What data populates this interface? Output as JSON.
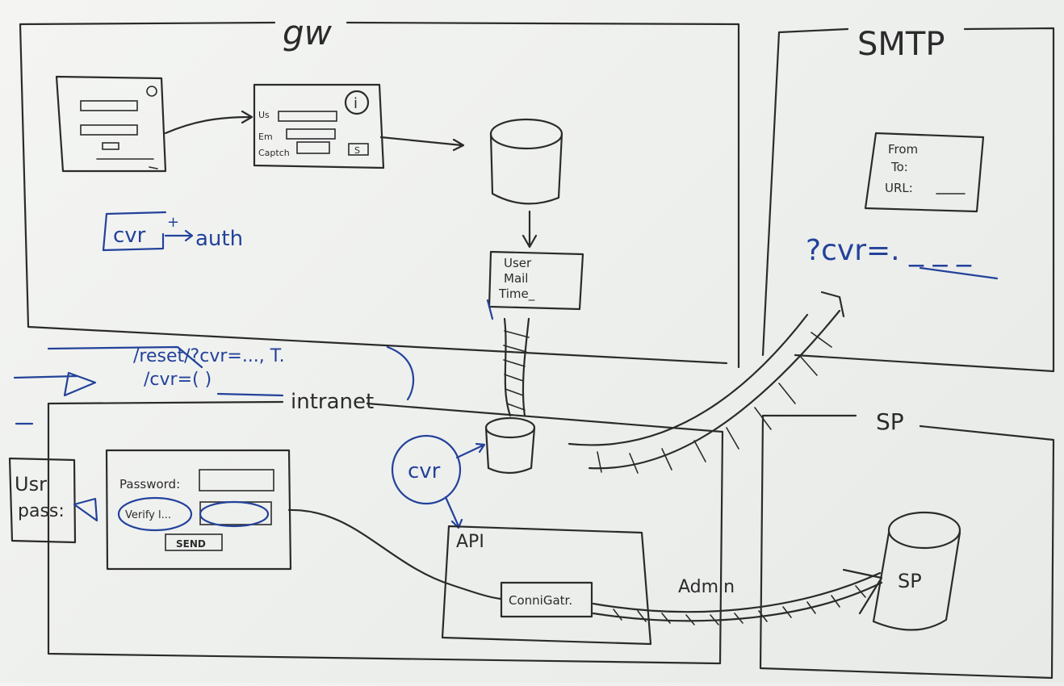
{
  "regions": {
    "gw": "gw",
    "smtp": "SMTP",
    "sp": "SP",
    "intranet": "intranet",
    "api": "API"
  },
  "gw_form": {
    "us": "Us",
    "em": "Em",
    "captcha": "Captch",
    "info_icon": "i",
    "submit_mark": "S"
  },
  "gw_notes": {
    "cvr": "cvr",
    "plus": "+",
    "auth": "auth"
  },
  "db_table": {
    "row1": "User",
    "row2": "Mail",
    "row3": "Time_"
  },
  "reset_note": {
    "line1": "/reset/?cvr=..., T.",
    "line2": "/cvr=( )"
  },
  "email": {
    "from": "From",
    "to": "To:",
    "url": "URL:"
  },
  "smtp_note": "?cvr=. _ _ _",
  "intranet_left": {
    "user": "Usr",
    "pass": "pass:"
  },
  "intranet_form": {
    "password": "Password:",
    "verify": "Verify l...",
    "send": "SEND"
  },
  "cvr_node": "cvr",
  "conn_gate": "ConniGatr.",
  "admin_label": "Admin",
  "sp_db": "SP",
  "colors": {
    "board": "#eef0ee",
    "black_marker": "#2b2b2b",
    "blue_marker": "#23429a"
  },
  "icons": [
    "info-icon",
    "database-icon",
    "arrow-icon"
  ]
}
